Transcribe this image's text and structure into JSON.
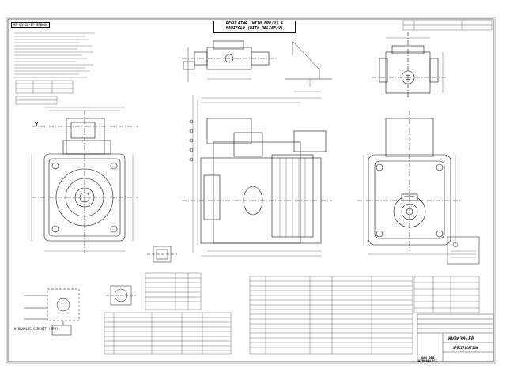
{
  "title_block": {
    "title_line1": "REGULATOR (WITH EPR/V) &",
    "title_line2": "MANIFOLD (WITH RELIEF/V)",
    "model": "HVB630-EP",
    "spec_label": "SPECIFICATION",
    "maker_line1": "HAN DOO",
    "maker_line2": "HYDRAULICS"
  },
  "drawing_number": "HP-03-26-EP-SF0604",
  "view_labels": {
    "y_arrow": "Y",
    "hydraulic_circuit": "HYDRAULIC CIRCUIT (EPR)"
  }
}
